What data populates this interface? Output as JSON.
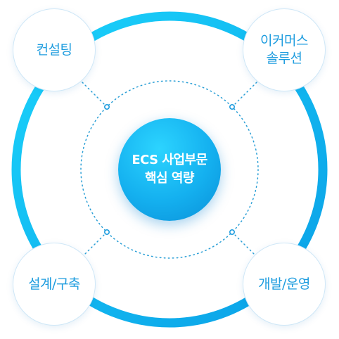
{
  "center": {
    "label": "ECS 사업부문\n핵심 역량"
  },
  "nodes": [
    {
      "label": "컨설팅"
    },
    {
      "label": "이커머스\n솔루션"
    },
    {
      "label": "설계/구축"
    },
    {
      "label": "개발/운영"
    }
  ],
  "colors": {
    "ring": "#18c6f8",
    "ring_dark": "#0a9fe6",
    "node_text": "#1f9ddf",
    "dotted": "#2a9fd6",
    "center_fill": "#14b0ef"
  }
}
